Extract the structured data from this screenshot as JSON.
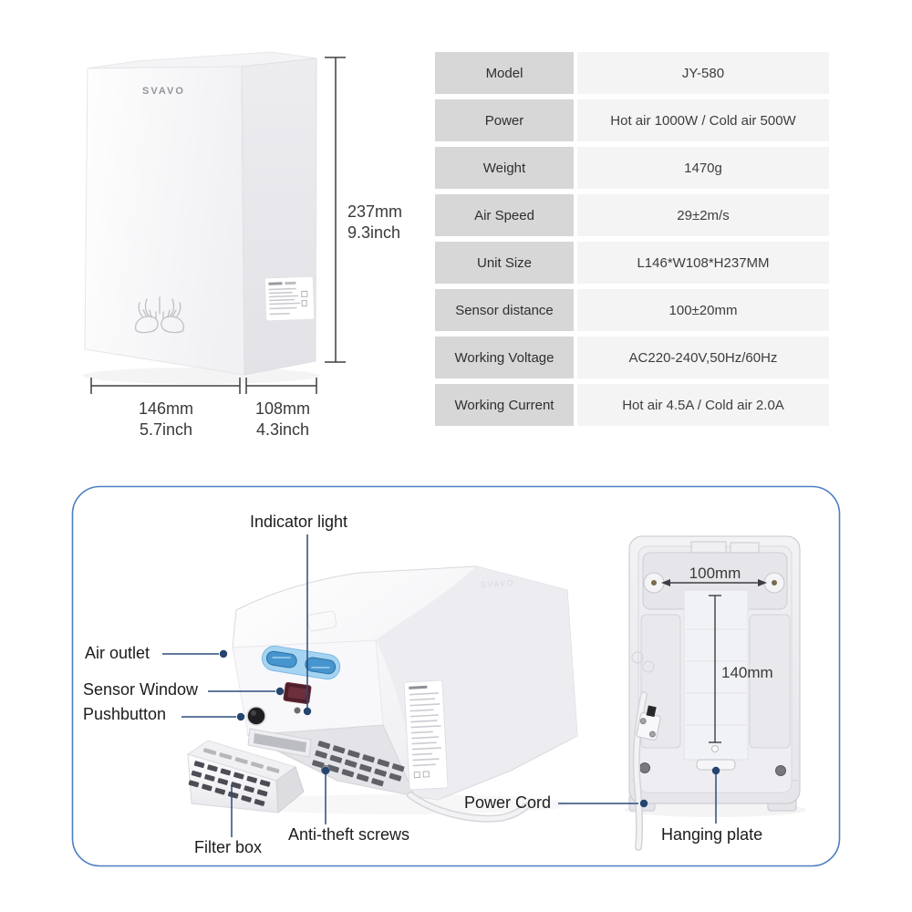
{
  "brand": {
    "logo": "SVAVO"
  },
  "spec_table": {
    "rows": [
      {
        "label": "Model",
        "value": "JY-580"
      },
      {
        "label": "Power",
        "value": "Hot air 1000W / Cold air 500W"
      },
      {
        "label": "Weight",
        "value": "1470g"
      },
      {
        "label": "Air Speed",
        "value": "29±2m/s"
      },
      {
        "label": "Unit Size",
        "value": "L146*W108*H237MM"
      },
      {
        "label": "Sensor distance",
        "value": "100±20mm"
      },
      {
        "label": "Working Voltage",
        "value": "AC220-240V,50Hz/60Hz"
      },
      {
        "label": "Working Current",
        "value": "Hot air 4.5A / Cold air 2.0A"
      }
    ]
  },
  "dimensions": {
    "height": {
      "mm": "237mm",
      "inch": "9.3inch"
    },
    "width": {
      "mm": "146mm",
      "inch": "5.7inch"
    },
    "depth": {
      "mm": "108mm",
      "inch": "4.3inch"
    },
    "mount": {
      "hole_spacing": "100mm",
      "vertical": "140mm"
    }
  },
  "callouts": {
    "indicator_light": "Indicator light",
    "air_outlet": "Air outlet",
    "sensor_window": "Sensor Window",
    "pushbutton": "Pushbutton",
    "filter_box": "Filter box",
    "anti_theft_screws": "Anti-theft screws",
    "power_cord": "Power Cord",
    "hanging_plate": "Hanging plate"
  },
  "colors": {
    "callout_line": "#2a4c7c",
    "callout_dot": "#25456f",
    "panel_border": "#4d7fc1",
    "air_outlet_ring": "#a5d4f2",
    "air_outlet_slot": "#4695cf",
    "sensor_window": "#4e1f29",
    "table_label_bg": "#d7d7d7",
    "table_value_bg": "#f4f4f4"
  }
}
